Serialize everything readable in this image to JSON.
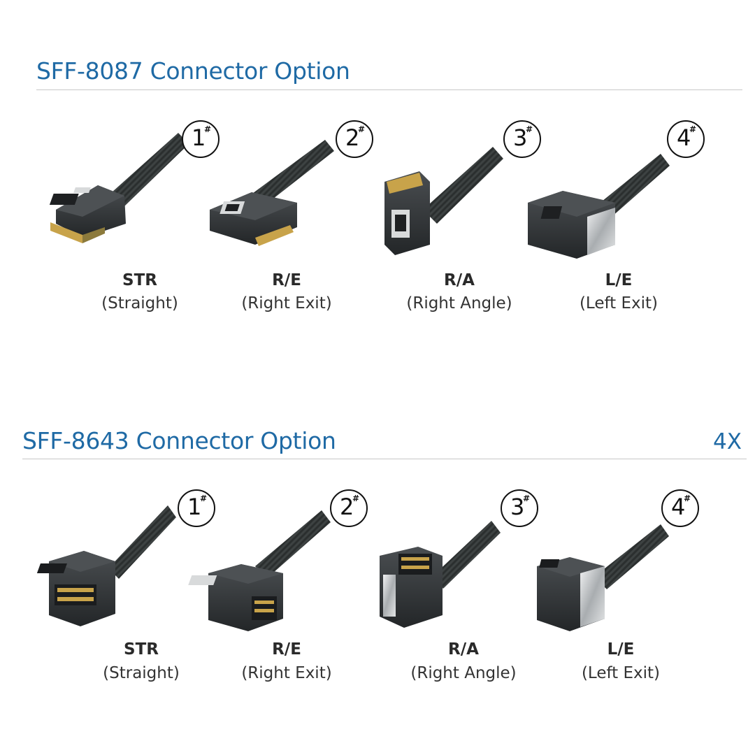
{
  "sections": [
    {
      "title": "SFF-8087 Connector Option",
      "badge": "",
      "items": [
        {
          "number": "1",
          "mark": "#",
          "code": "STR",
          "desc": "(Straight)",
          "icon": "sff8087-straight-connector-icon"
        },
        {
          "number": "2",
          "mark": "#",
          "code": "R/E",
          "desc": "(Right Exit)",
          "icon": "sff8087-right-exit-connector-icon"
        },
        {
          "number": "3",
          "mark": "#",
          "code": "R/A",
          "desc": "(Right Angle)",
          "icon": "sff8087-right-angle-connector-icon"
        },
        {
          "number": "4",
          "mark": "#",
          "code": "L/E",
          "desc": "(Left Exit)",
          "icon": "sff8087-left-exit-connector-icon"
        }
      ]
    },
    {
      "title": "SFF-8643 Connector Option",
      "badge": "4X",
      "items": [
        {
          "number": "1",
          "mark": "#",
          "code": "STR",
          "desc": "(Straight)",
          "icon": "sff8643-straight-connector-icon"
        },
        {
          "number": "2",
          "mark": "#",
          "code": "R/E",
          "desc": "(Right Exit)",
          "icon": "sff8643-right-exit-connector-icon"
        },
        {
          "number": "3",
          "mark": "#",
          "code": "R/A",
          "desc": "(Right Angle)",
          "icon": "sff8643-right-angle-connector-icon"
        },
        {
          "number": "4",
          "mark": "#",
          "code": "L/E",
          "desc": "(Left Exit)",
          "icon": "sff8643-left-exit-connector-icon"
        }
      ]
    }
  ],
  "colors": {
    "title": "#1f6aa5",
    "cable": "#2b2f2f",
    "connector": "#3a3d3f",
    "contacts": "#c8a34a",
    "latch": "#d8dadb"
  }
}
